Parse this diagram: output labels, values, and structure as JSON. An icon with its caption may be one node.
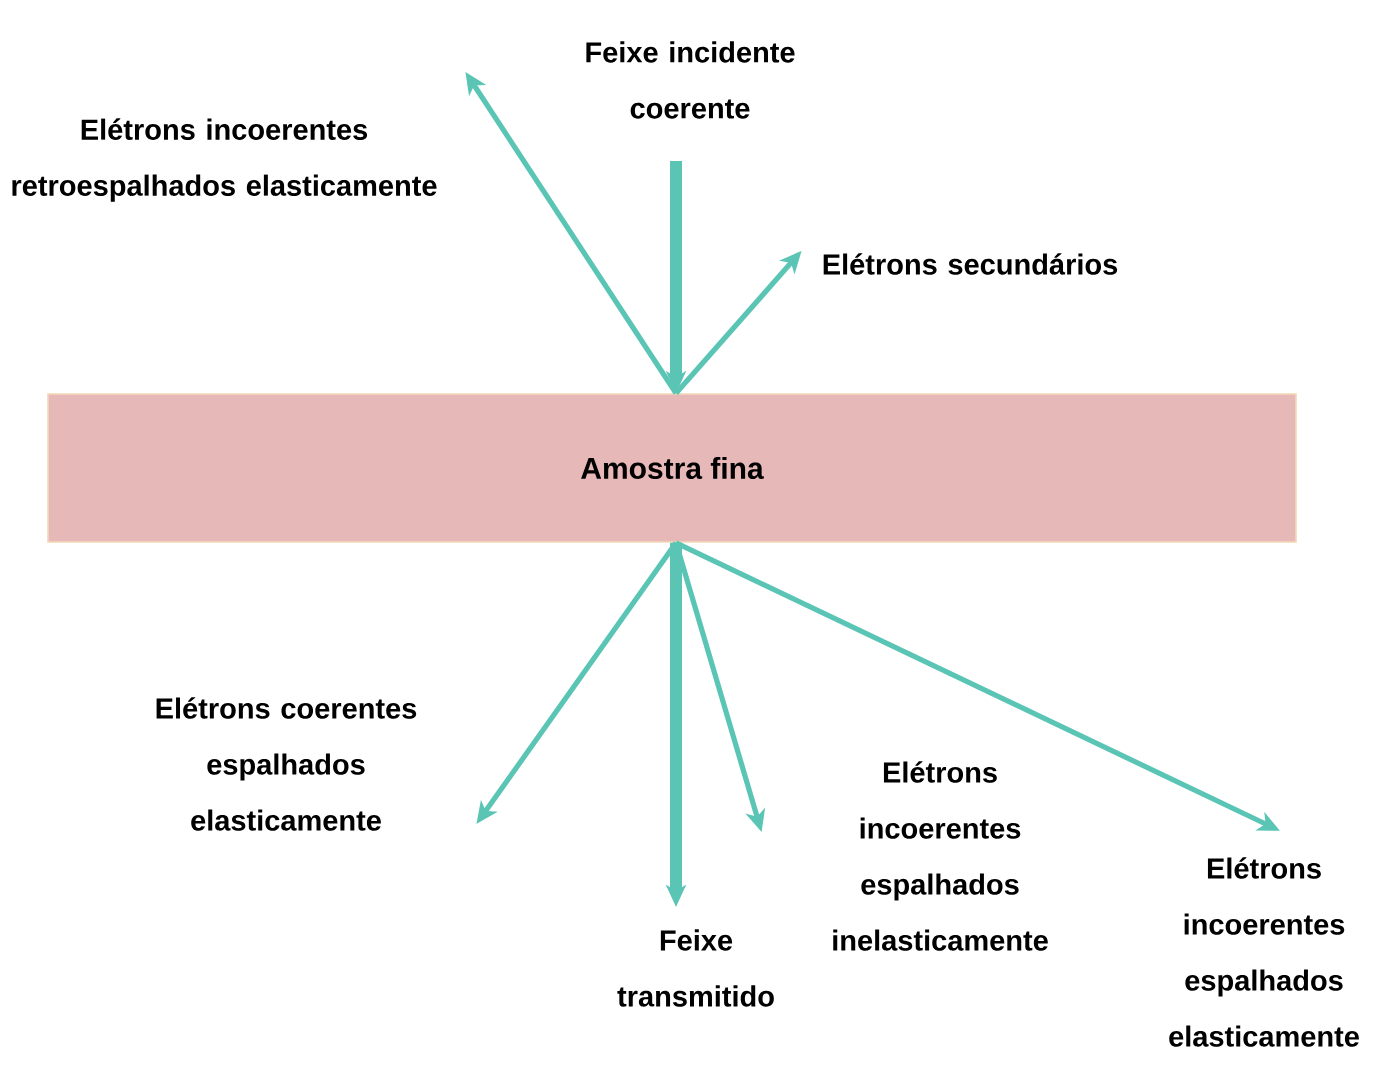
{
  "diagram": {
    "nodes": [
      {
        "text": [
          "Amostra fina"
        ]
      },
      {
        "text": [
          "Feixe incidente coerente"
        ]
      },
      {
        "text": [
          "Elétrons incoerentes retroespalhados elasticamente"
        ]
      },
      {
        "text": [
          "Elétrons secundários"
        ]
      },
      {
        "text": [
          "Elétrons coerentes espalhados elasticamente"
        ]
      },
      {
        "text": [
          "Feixe transmitido"
        ]
      },
      {
        "text": [
          "Elétrons incoerentes espalhados inelasticamente"
        ]
      },
      {
        "text": [
          "Elétrons incoerentes espalhados elasticamente"
        ]
      }
    ],
    "edges": [
      {
        "from": 1,
        "to": 0,
        "arrow": "to",
        "style": "thick"
      },
      {
        "from": 0,
        "to": 2,
        "arrow": "to"
      },
      {
        "from": 0,
        "to": 3,
        "arrow": "to"
      },
      {
        "from": 0,
        "to": 4,
        "arrow": "to"
      },
      {
        "from": 0,
        "to": 5,
        "arrow": "to",
        "style": "thick"
      },
      {
        "from": 0,
        "to": 6,
        "arrow": "to"
      },
      {
        "from": 0,
        "to": 7,
        "arrow": "to"
      }
    ]
  }
}
